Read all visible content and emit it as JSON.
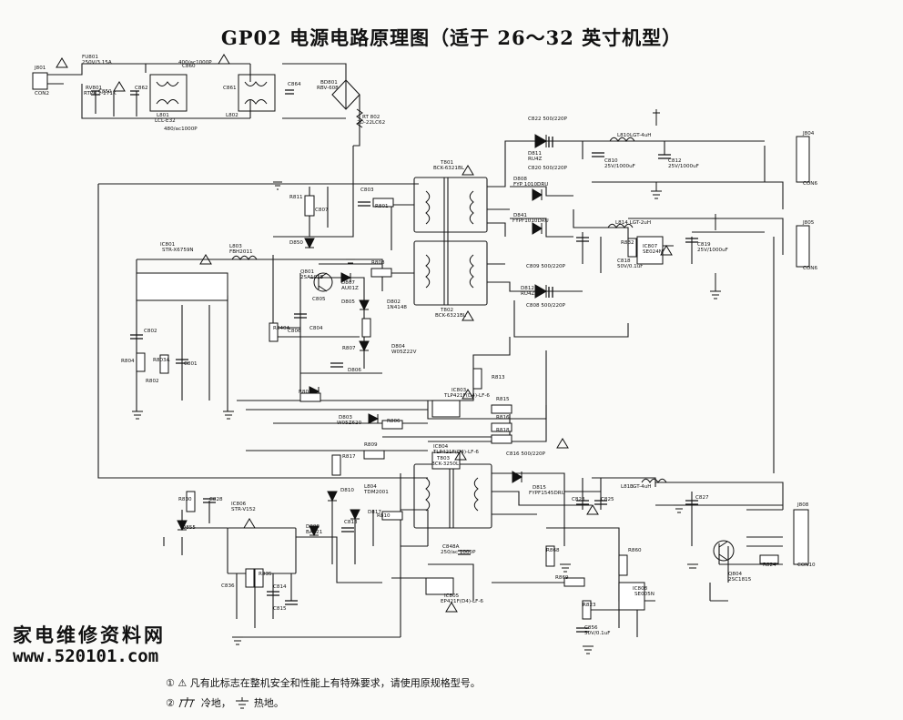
{
  "title": "GP02 电源电路原理图（适于 26～32 英寸机型）",
  "notes": {
    "note1": "① ⚠ 凡有此标志在整机安全和性能上有特殊要求，请使用原规格型号。",
    "note2_prefix": "②",
    "note2_cold": "冷地，",
    "note2_hot": "热地。"
  },
  "watermark": {
    "site_name": "家电维修资料网",
    "url": "www.520101.com"
  },
  "labels": [
    {
      "text": "J801"
    },
    {
      "text": "CON2"
    },
    {
      "text": "FU801"
    },
    {
      "text": "250V/3.15A"
    },
    {
      "text": "RV801"
    },
    {
      "text": "RTPK 2-271K"
    },
    {
      "text": "C860"
    },
    {
      "text": "400/ac1000P"
    },
    {
      "text": "C850"
    },
    {
      "text": "C862"
    },
    {
      "text": "L801"
    },
    {
      "text": "LCL-E32"
    },
    {
      "text": "480/ac1000P"
    },
    {
      "text": "L802"
    },
    {
      "text": "C861"
    },
    {
      "text": "C864"
    },
    {
      "text": "BD801"
    },
    {
      "text": "RBV-608"
    },
    {
      "text": "RT 802"
    },
    {
      "text": "2D-22LC62"
    },
    {
      "text": "C822 500/220P"
    },
    {
      "text": "T801"
    },
    {
      "text": "BCK-6321BL"
    },
    {
      "text": "D811"
    },
    {
      "text": "RU4Z"
    },
    {
      "text": "L810"
    },
    {
      "text": "LGT-4uH"
    },
    {
      "text": "C810"
    },
    {
      "text": "25V/1000uF"
    },
    {
      "text": "C812"
    },
    {
      "text": "25V/1000uF"
    },
    {
      "text": "J804"
    },
    {
      "text": "CON6"
    },
    {
      "text": "C820 500/220P"
    },
    {
      "text": "D808"
    },
    {
      "text": "FYP 1010DRU"
    },
    {
      "text": "D841"
    },
    {
      "text": "FYPF1010DRU"
    },
    {
      "text": "R811"
    },
    {
      "text": "C807"
    },
    {
      "text": "C803"
    },
    {
      "text": "R801"
    },
    {
      "text": "IC801"
    },
    {
      "text": "STR-X6759N"
    },
    {
      "text": "L803"
    },
    {
      "text": "FBH2011"
    },
    {
      "text": "D850"
    },
    {
      "text": "Q801"
    },
    {
      "text": "2SA1015"
    },
    {
      "text": "R808"
    },
    {
      "text": "D807"
    },
    {
      "text": "AU01Z"
    },
    {
      "text": "D802"
    },
    {
      "text": "1N4148"
    },
    {
      "text": "D805"
    },
    {
      "text": "C805"
    },
    {
      "text": "T802"
    },
    {
      "text": "BCK-6321BL"
    },
    {
      "text": "L814 LGT-2uH"
    },
    {
      "text": "R832"
    },
    {
      "text": "IC807"
    },
    {
      "text": "SE024N"
    },
    {
      "text": "C819"
    },
    {
      "text": "25V/1000uF"
    },
    {
      "text": "J805"
    },
    {
      "text": "CON6"
    },
    {
      "text": "C809 500/220P"
    },
    {
      "text": "D812"
    },
    {
      "text": "RU4Z"
    },
    {
      "text": "C808 500/220P"
    },
    {
      "text": "C818"
    },
    {
      "text": "50V/0.1uF"
    },
    {
      "text": "C802"
    },
    {
      "text": "R803A"
    },
    {
      "text": "R804"
    },
    {
      "text": "C801"
    },
    {
      "text": "R802"
    },
    {
      "text": "R840A"
    },
    {
      "text": "C804"
    },
    {
      "text": "R807"
    },
    {
      "text": "D804"
    },
    {
      "text": "W05Z22V"
    },
    {
      "text": "C806"
    },
    {
      "text": "D806"
    },
    {
      "text": "R805"
    },
    {
      "text": "R813"
    },
    {
      "text": "IC803"
    },
    {
      "text": "TLP421F(D4)-LF-6"
    },
    {
      "text": "R815"
    },
    {
      "text": "D803"
    },
    {
      "text": "W05Z620"
    },
    {
      "text": "R806"
    },
    {
      "text": "R816"
    },
    {
      "text": "R818"
    },
    {
      "text": "R809"
    },
    {
      "text": "IC804"
    },
    {
      "text": "TLP421F(D4)-LF-6"
    },
    {
      "text": "C816 500/220P"
    },
    {
      "text": "R817"
    },
    {
      "text": "T803"
    },
    {
      "text": "BCK-3250L"
    },
    {
      "text": "D815"
    },
    {
      "text": "FYPF1545DRU"
    },
    {
      "text": "L813"
    },
    {
      "text": "LGT-4uH"
    },
    {
      "text": "C823"
    },
    {
      "text": "C825"
    },
    {
      "text": "C827"
    },
    {
      "text": "J808"
    },
    {
      "text": "CON10"
    },
    {
      "text": "R830"
    },
    {
      "text": "C828"
    },
    {
      "text": "IC806"
    },
    {
      "text": "STR-V152"
    },
    {
      "text": "D855"
    },
    {
      "text": "D808"
    },
    {
      "text": "BAV21"
    },
    {
      "text": "D810"
    },
    {
      "text": "L804"
    },
    {
      "text": "TDM2001"
    },
    {
      "text": "D817"
    },
    {
      "text": "C813"
    },
    {
      "text": "R810"
    },
    {
      "text": "R868"
    },
    {
      "text": "R860"
    },
    {
      "text": "C848A"
    },
    {
      "text": "250/ac 1000P"
    },
    {
      "text": "R869"
    },
    {
      "text": "IC808"
    },
    {
      "text": "SE005N"
    },
    {
      "text": "Q804"
    },
    {
      "text": "2SC1815"
    },
    {
      "text": "R824"
    },
    {
      "text": "C836"
    },
    {
      "text": "R835"
    },
    {
      "text": "C814"
    },
    {
      "text": "C815"
    },
    {
      "text": "IC805"
    },
    {
      "text": "EP421F(D4)-LF-6"
    },
    {
      "text": "R823"
    },
    {
      "text": "C856"
    },
    {
      "text": "50V/0.1uF"
    }
  ]
}
